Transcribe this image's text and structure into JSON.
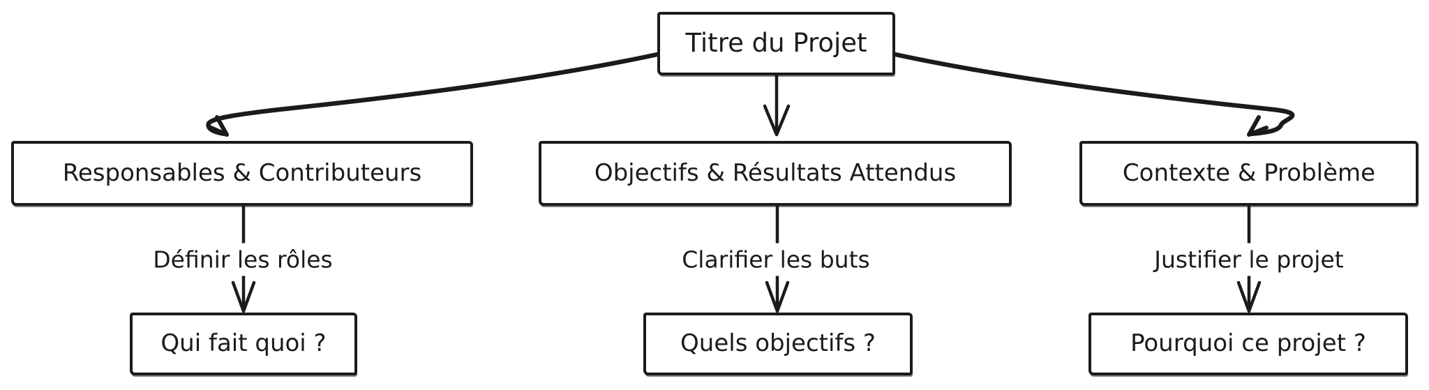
{
  "diagram": {
    "title": "Titre du Projet",
    "branches": [
      {
        "node": "Responsables & Contributeurs",
        "edge_label": "Définir les rôles",
        "leaf": "Qui fait quoi ?"
      },
      {
        "node": "Objectifs & Résultats Attendus",
        "edge_label": "Clarifier les buts",
        "leaf": "Quels objectifs ?"
      },
      {
        "node": "Contexte & Problème",
        "edge_label": "Justifier le projet",
        "leaf": "Pourquoi ce projet ?"
      }
    ],
    "colors": {
      "stroke": "#1b1b1b",
      "background": "#ffffff"
    }
  }
}
